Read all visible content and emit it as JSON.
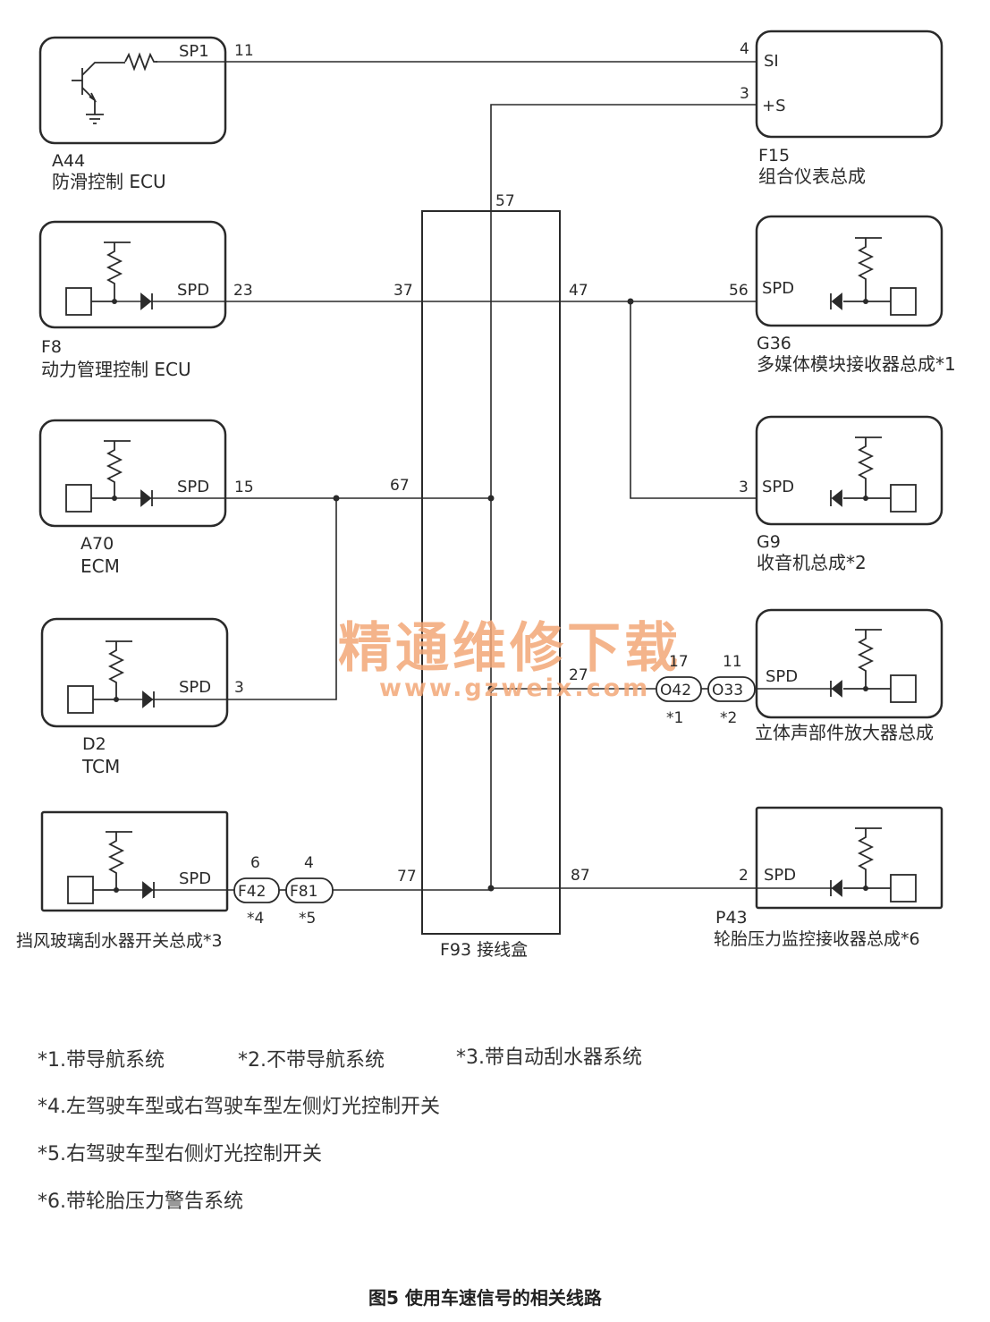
{
  "components": {
    "a44": {
      "code": "A44",
      "name": "防滑控制 ECU",
      "signal": "SP1",
      "pin": "11"
    },
    "f8": {
      "code": "F8",
      "name": "动力管理控制 ECU",
      "signal": "SPD",
      "pin": "23"
    },
    "a70": {
      "code": "A70",
      "name": "ECM",
      "signal": "SPD",
      "pin": "15"
    },
    "d2": {
      "code": "D2",
      "name": "TCM",
      "signal": "SPD",
      "pin": "3"
    },
    "wiper": {
      "name": "挡风玻璃刮水器开关总成*3",
      "signal": "SPD"
    },
    "f15": {
      "code": "F15",
      "name": "组合仪表总成",
      "signal_si": "SI",
      "pin_si": "4",
      "signal_s": "+S",
      "pin_s": "3"
    },
    "g36": {
      "code": "G36",
      "name": "多媒体模块接收器总成*1",
      "signal": "SPD",
      "pin": "56"
    },
    "g9": {
      "code": "G9",
      "name": "收音机总成*2",
      "signal": "SPD",
      "pin": "3"
    },
    "amp": {
      "name": "立体声部件放大器总成",
      "signal": "SPD"
    },
    "p43": {
      "code": "P43",
      "name": "轮胎压力监控接收器总成*6",
      "signal": "SPD",
      "pin": "2"
    }
  },
  "junction": {
    "name": "F93 接线盒",
    "pins": {
      "p57": "57",
      "p37": "37",
      "p47": "47",
      "p67": "67",
      "p27": "27",
      "p77": "77",
      "p87": "87"
    }
  },
  "connectors": {
    "f42": {
      "label": "F42",
      "pin": "6",
      "note": "*4"
    },
    "f81": {
      "label": "F81",
      "pin": "4",
      "note": "*5"
    },
    "o42": {
      "label": "O42",
      "pin": "17",
      "note": "*1"
    },
    "o33": {
      "label": "O33",
      "pin": "11",
      "note": "*2"
    }
  },
  "watermark": {
    "main": "精通维修下载",
    "url": "www.gzweix.com"
  },
  "notes": {
    "n1": "*1.带导航系统",
    "n2": "*2.不带导航系统",
    "n3": "*3.带自动刮水器系统",
    "n4": "*4.左驾驶车型或右驾驶车型左侧灯光控制开关",
    "n5": "*5.右驾驶车型右侧灯光控制开关",
    "n6": "*6.带轮胎压力警告系统"
  },
  "caption": "图5  使用车速信号的相关线路"
}
